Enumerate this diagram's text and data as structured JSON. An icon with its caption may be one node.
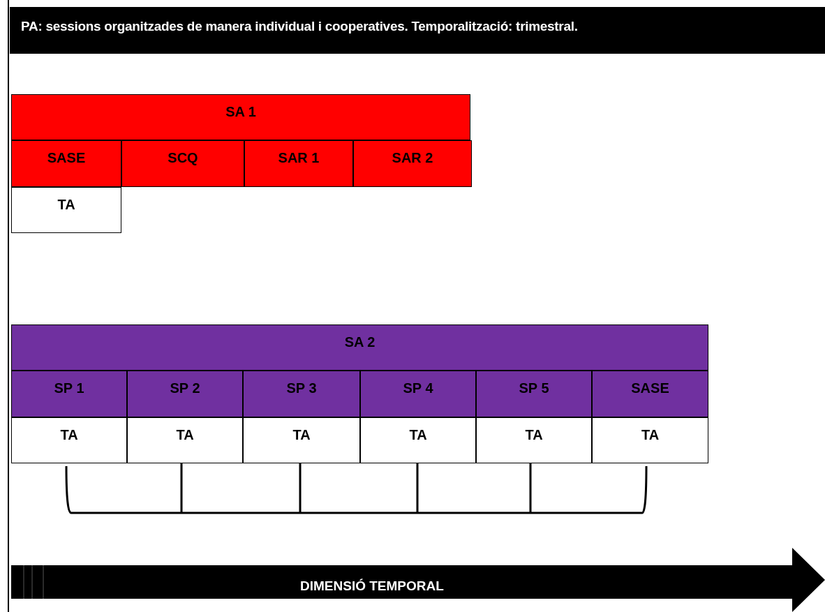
{
  "diagram": {
    "title": "PA: sessions organitzades de manera individual i cooperatives. Temporalització: trimestral.",
    "nodes": [
      {
        "text": [
          "SA 1"
        ]
      },
      {
        "text": [
          "SASE"
        ]
      },
      {
        "text": [
          "SCQ"
        ]
      },
      {
        "text": [
          "SAR 1"
        ]
      },
      {
        "text": [
          "SAR 2"
        ]
      },
      {
        "text": [
          "TA"
        ]
      },
      {
        "text": [
          "SA 2"
        ]
      },
      {
        "text": [
          "SP 1"
        ]
      },
      {
        "text": [
          "SP 2"
        ]
      },
      {
        "text": [
          "SP 3"
        ]
      },
      {
        "text": [
          "SP 4"
        ]
      },
      {
        "text": [
          "SP 5"
        ]
      },
      {
        "text": [
          "SASE"
        ]
      },
      {
        "text": [
          "TA"
        ]
      },
      {
        "text": [
          "TA"
        ]
      },
      {
        "text": [
          "TA"
        ]
      },
      {
        "text": [
          "TA"
        ]
      },
      {
        "text": [
          "TA"
        ]
      },
      {
        "text": [
          "TA"
        ]
      },
      {
        "text": [
          "DIMENSIÓ TEMPORAL"
        ]
      }
    ]
  }
}
